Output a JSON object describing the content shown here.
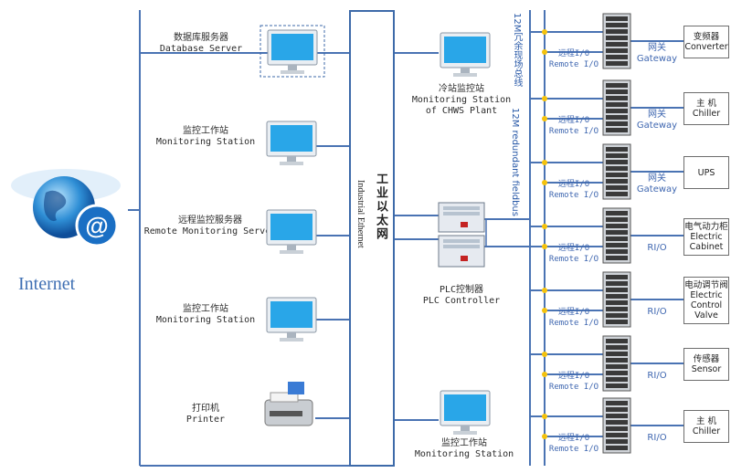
{
  "network": {
    "internet_label": "Internet",
    "ethernet_cn": "工业以太网",
    "ethernet_en": "Industrial Ethernet",
    "fieldbus_cn": "12M冗余现场总线",
    "fieldbus_en": "12M redundant fieldbus"
  },
  "left_devices": [
    {
      "cn": "数据库服务器",
      "en": "Database Server"
    },
    {
      "cn": "监控工作站",
      "en": "Monitoring Station"
    },
    {
      "cn": "远程监控服务器",
      "en": "Remote Monitoring Server"
    },
    {
      "cn": "监控工作站",
      "en": "Monitoring Station"
    },
    {
      "cn": "打印机",
      "en": "Printer"
    }
  ],
  "center_devices": {
    "chws": {
      "cn": "冷站监控站",
      "en1": "Monitoring Station",
      "en2": "of CHWS  Plant"
    },
    "plc": {
      "cn": "PLC控制器",
      "en": "PLC Controller"
    },
    "bottom_ws": {
      "cn": "监控工作站",
      "en": "Monitoring Station"
    }
  },
  "field_rows": [
    {
      "io_cn": "远程I/O",
      "io_en": "Remote I/O",
      "link_cn": "网关",
      "link_en": "Gateway",
      "end_lines": [
        "变频器",
        "Converter"
      ]
    },
    {
      "io_cn": "远程I/O",
      "io_en": "Remote I/O",
      "link_cn": "网关",
      "link_en": "Gateway",
      "end_lines": [
        "主 机",
        "Chiller"
      ]
    },
    {
      "io_cn": "远程I/O",
      "io_en": "Remote I/O",
      "link_cn": "网关",
      "link_en": "Gateway",
      "end_lines": [
        "UPS"
      ]
    },
    {
      "io_cn": "远程I/O",
      "io_en": "Remote I/O",
      "link_cn": "",
      "link_en": "RI/O",
      "end_lines": [
        "电气动力柜",
        "Electric",
        "Cabinet"
      ]
    },
    {
      "io_cn": "远程I/O",
      "io_en": "Remote I/O",
      "link_cn": "",
      "link_en": "RI/O",
      "end_lines": [
        "电动调节阀",
        "Electric",
        "Control",
        "Valve"
      ]
    },
    {
      "io_cn": "远程I/O",
      "io_en": "Remote I/O",
      "link_cn": "",
      "link_en": "RI/O",
      "end_lines": [
        "传感器",
        "Sensor"
      ]
    },
    {
      "io_cn": "远程I/O",
      "io_en": "Remote I/O",
      "link_cn": "",
      "link_en": "RI/O",
      "end_lines": [
        "主 机",
        "Chiller"
      ]
    }
  ],
  "colors": {
    "line": "#4a73b3",
    "bus": "#3d6aa9",
    "dot": "#f4c20d",
    "monitor": "#2aa7e6"
  }
}
